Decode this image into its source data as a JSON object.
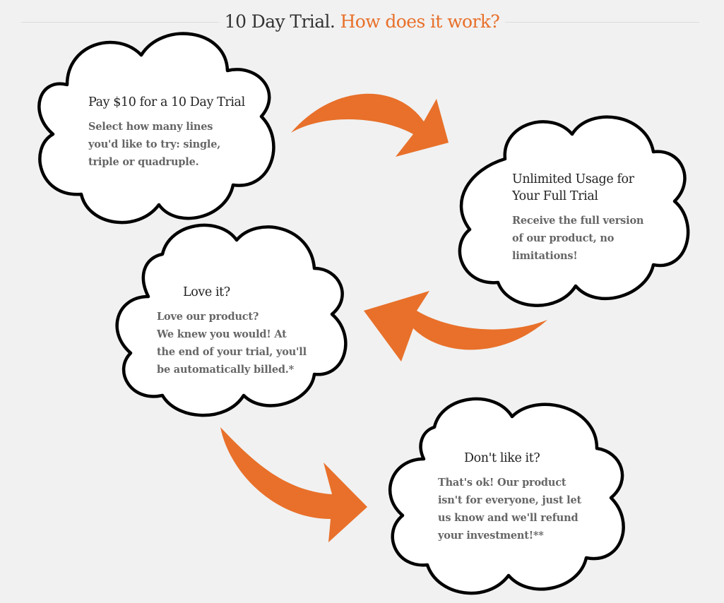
{
  "header": {
    "title_main": "10 Day Trial.",
    "title_accent": "How does it work?"
  },
  "colors": {
    "accent": "#e8702a",
    "background": "#f1f1f1",
    "cloud_fill": "#ffffff",
    "cloud_outline": "#000000",
    "heading_text": "#222222",
    "body_text": "#666666"
  },
  "steps": [
    {
      "heading": "Pay $10 for a 10 Day Trial",
      "body": [
        "Select how many lines",
        "you'd like to try: single,",
        "triple or quadruple."
      ]
    },
    {
      "heading": [
        "Unlimited Usage for",
        "Your Full Trial"
      ],
      "body": [
        "Receive the full version",
        "of our product, no",
        "limitations!"
      ]
    },
    {
      "heading": "Love it?",
      "body": [
        "Love our product?",
        "We knew you would! At",
        "the end of your trial, you'll",
        "be automatically billed.*"
      ]
    },
    {
      "heading": "Don't like it?",
      "body": [
        "That's ok! Our product",
        "isn't for everyone, just let",
        "us know and we'll refund",
        "your investment!**"
      ]
    }
  ],
  "connectors": [
    {
      "from": "step-1",
      "to": "step-2",
      "icon": "curved-arrow-right-icon"
    },
    {
      "from": "step-2",
      "to": "step-3",
      "icon": "curved-arrow-left-icon"
    },
    {
      "from": "step-3",
      "to": "step-4",
      "icon": "curved-arrow-down-right-icon"
    }
  ]
}
